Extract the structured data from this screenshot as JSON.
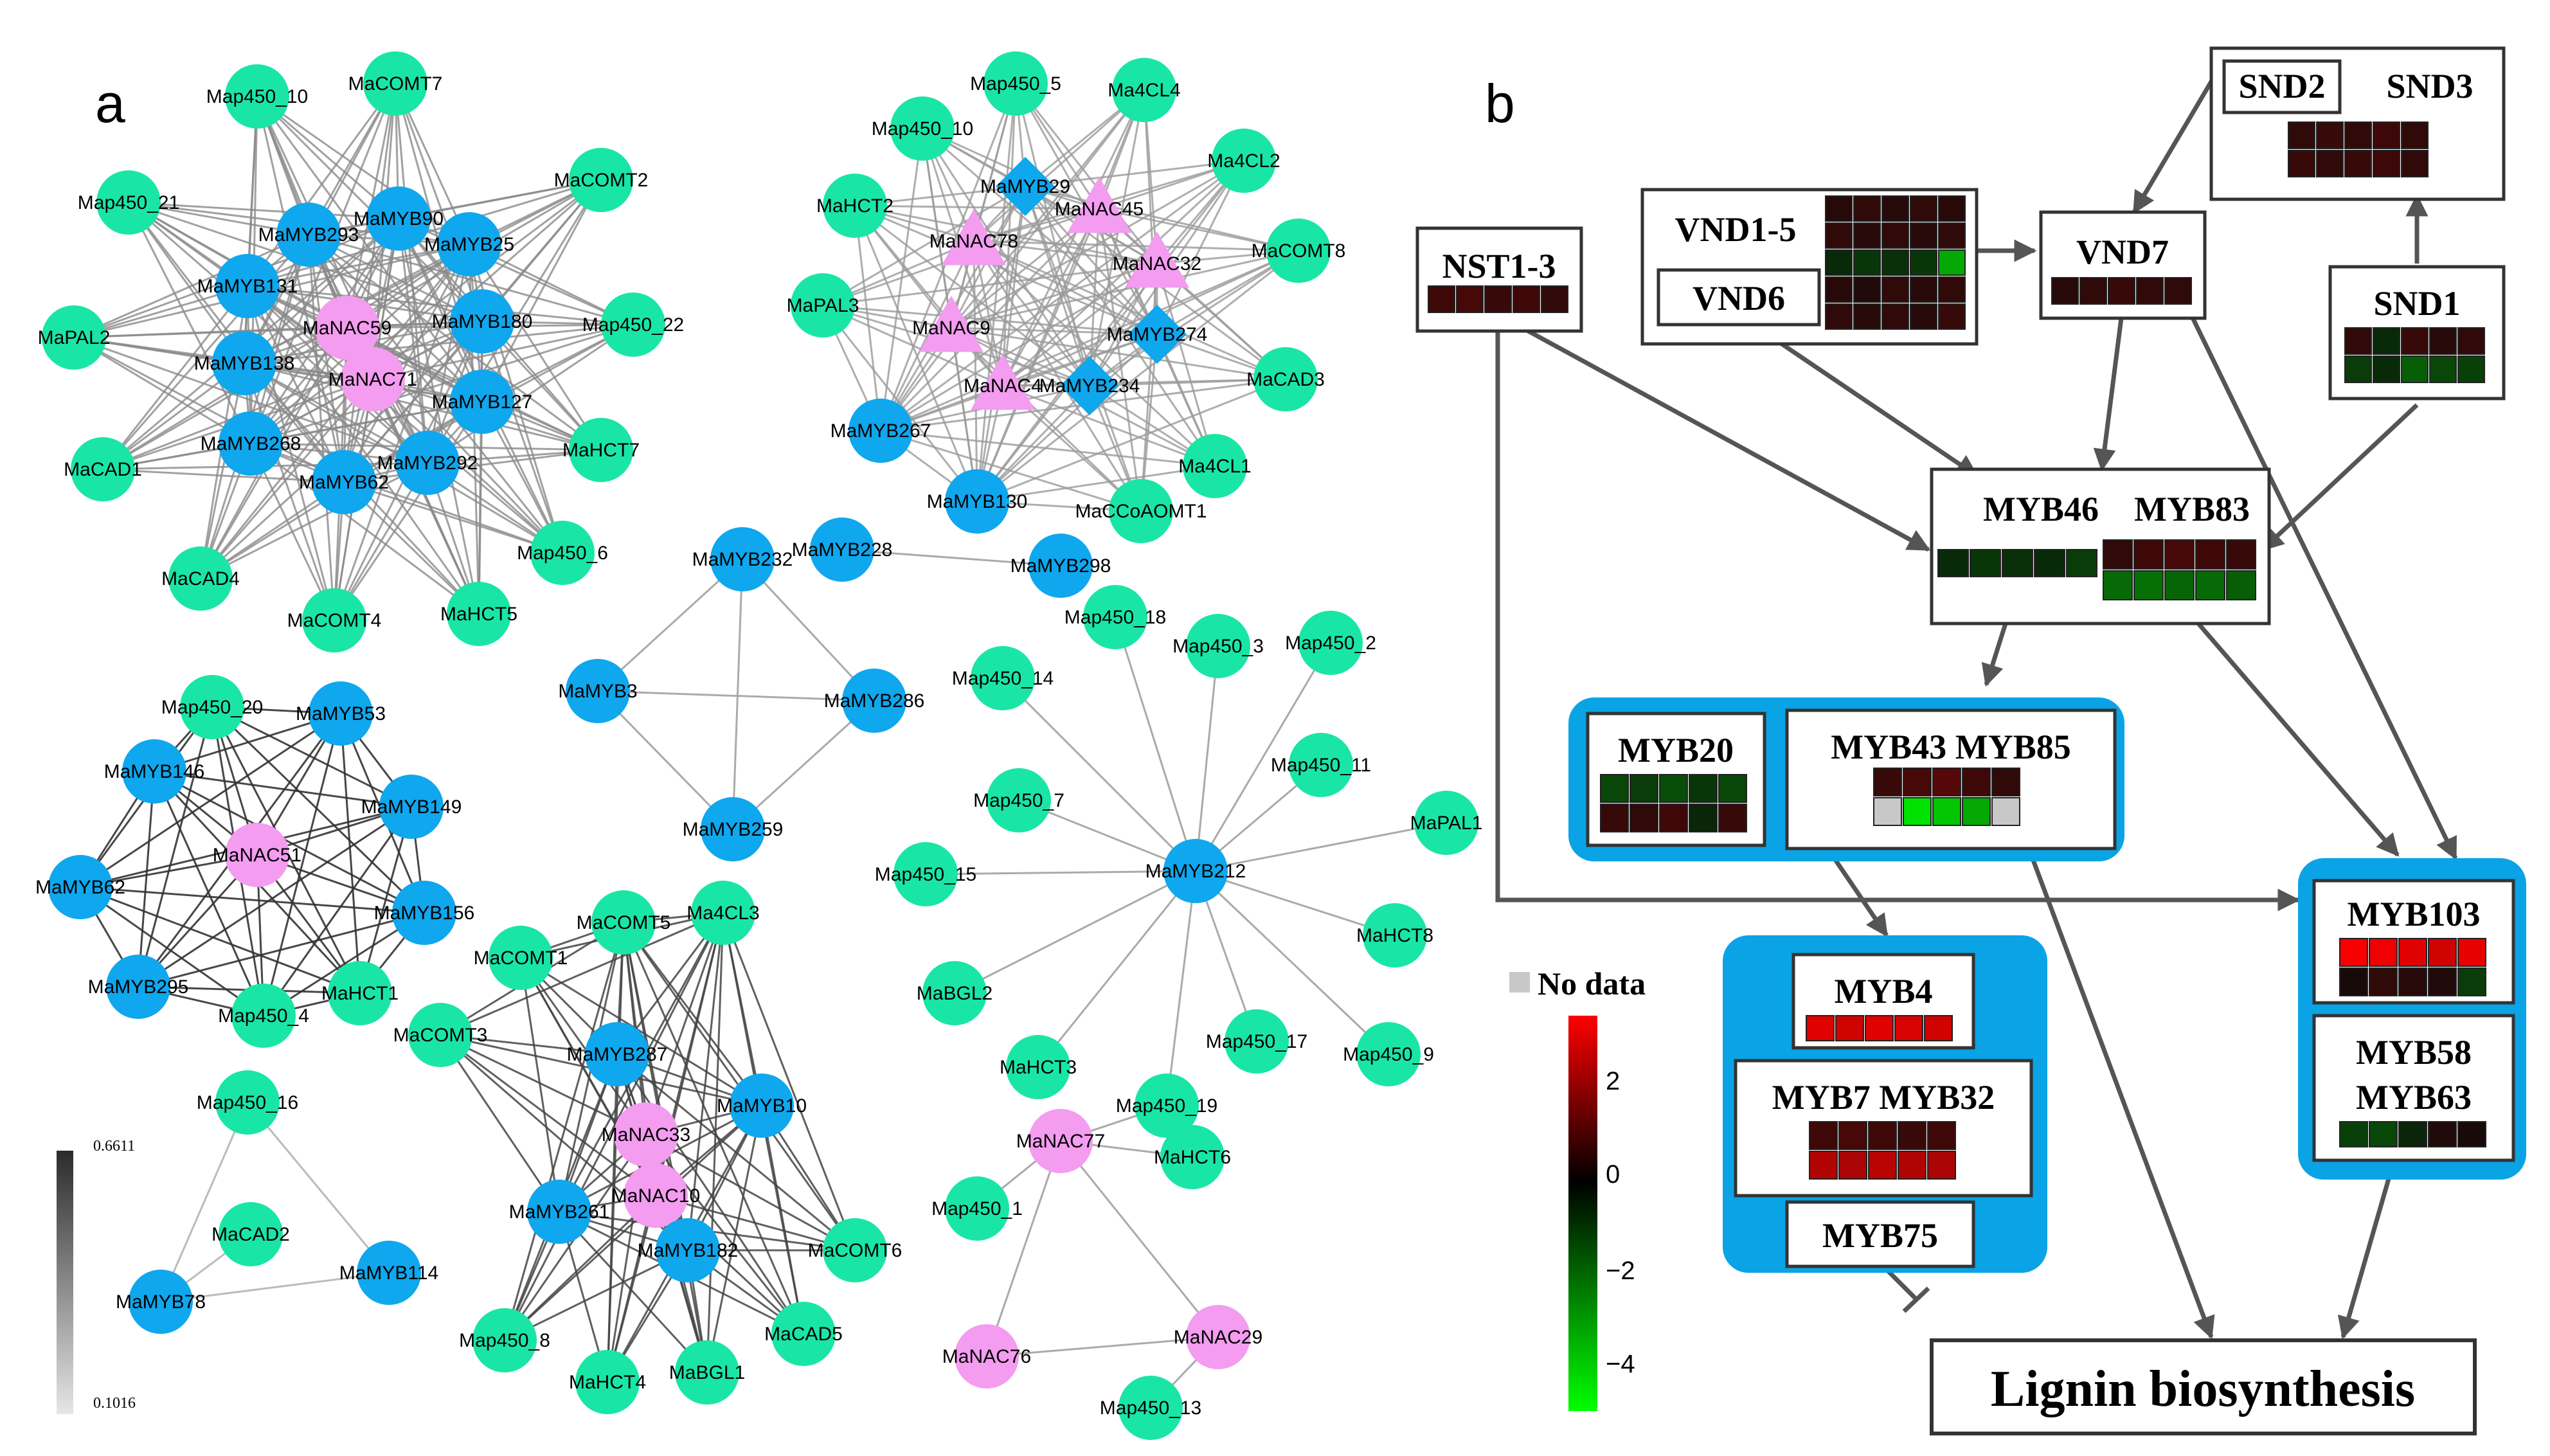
{
  "panel_a": {
    "letter": "a",
    "edge_legend": {
      "max": "0.6611",
      "min": "0.1016"
    },
    "nodes": [
      {
        "id": "c1_10",
        "label": "Map450_10",
        "type": "gene"
      },
      {
        "id": "c1_comt7",
        "label": "MaCOMT7",
        "type": "gene"
      },
      {
        "id": "c1_21",
        "label": "Map450_21",
        "type": "gene"
      },
      {
        "id": "c1_comt2",
        "label": "MaCOMT2",
        "type": "gene"
      },
      {
        "id": "c1_pal2",
        "label": "MaPAL2",
        "type": "gene"
      },
      {
        "id": "c1_22",
        "label": "Map450_22",
        "type": "gene"
      },
      {
        "id": "c1_cad1",
        "label": "MaCAD1",
        "type": "gene"
      },
      {
        "id": "c1_hct7",
        "label": "MaHCT7",
        "type": "gene"
      },
      {
        "id": "c1_cad4",
        "label": "MaCAD4",
        "type": "gene"
      },
      {
        "id": "c1_6",
        "label": "Map450_6",
        "type": "gene"
      },
      {
        "id": "c1_comt4",
        "label": "MaCOMT4",
        "type": "gene"
      },
      {
        "id": "c1_hct5",
        "label": "MaHCT5",
        "type": "gene"
      },
      {
        "id": "c1_myb90",
        "label": "MaMYB90",
        "type": "myb"
      },
      {
        "id": "c1_myb293",
        "label": "MaMYB293",
        "type": "myb"
      },
      {
        "id": "c1_myb25",
        "label": "MaMYB25",
        "type": "myb"
      },
      {
        "id": "c1_myb131",
        "label": "MaMYB131",
        "type": "myb"
      },
      {
        "id": "c1_myb180",
        "label": "MaMYB180",
        "type": "myb"
      },
      {
        "id": "c1_myb138",
        "label": "MaMYB138",
        "type": "myb"
      },
      {
        "id": "c1_myb127",
        "label": "MaMYB127",
        "type": "myb"
      },
      {
        "id": "c1_myb268",
        "label": "MaMYB268",
        "type": "myb"
      },
      {
        "id": "c1_myb292",
        "label": "MaMYB292",
        "type": "myb"
      },
      {
        "id": "c1_myb62",
        "label": "MaMYB62",
        "type": "myb"
      },
      {
        "id": "c1_nac59",
        "label": "MaNAC59",
        "type": "nac"
      },
      {
        "id": "c1_nac71",
        "label": "MaNAC71",
        "type": "nac"
      },
      {
        "id": "c2_5",
        "label": "Map450_5",
        "type": "gene"
      },
      {
        "id": "c2_4cl4",
        "label": "Ma4CL4",
        "type": "gene"
      },
      {
        "id": "c2_10",
        "label": "Map450_10",
        "type": "gene"
      },
      {
        "id": "c2_4cl2",
        "label": "Ma4CL2",
        "type": "gene"
      },
      {
        "id": "c2_hct2",
        "label": "MaHCT2",
        "type": "gene"
      },
      {
        "id": "c2_comt8",
        "label": "MaCOMT8",
        "type": "gene"
      },
      {
        "id": "c2_pal3",
        "label": "MaPAL3",
        "type": "gene"
      },
      {
        "id": "c2_cad3",
        "label": "MaCAD3",
        "type": "gene"
      },
      {
        "id": "c2_4cl1",
        "label": "Ma4CL1",
        "type": "gene"
      },
      {
        "id": "c2_ccoaomt1",
        "label": "MaCCoAOMT1",
        "type": "gene"
      },
      {
        "id": "c2_myb267",
        "label": "MaMYB267",
        "type": "myb"
      },
      {
        "id": "c2_myb130",
        "label": "MaMYB130",
        "type": "myb"
      },
      {
        "id": "c2_myb29",
        "label": "MaMYB29",
        "type": "myb_diamond"
      },
      {
        "id": "c2_myb274",
        "label": "MaMYB274",
        "type": "myb_diamond"
      },
      {
        "id": "c2_myb234",
        "label": "MaMYB234",
        "type": "myb_diamond"
      },
      {
        "id": "c2_nac45",
        "label": "MaNAC45",
        "type": "nac_triangle"
      },
      {
        "id": "c2_nac78",
        "label": "MaNAC78",
        "type": "nac_triangle"
      },
      {
        "id": "c2_nac32",
        "label": "MaNAC32",
        "type": "nac_triangle"
      },
      {
        "id": "c2_nac9",
        "label": "MaNAC9",
        "type": "nac_triangle"
      },
      {
        "id": "c2_nac4",
        "label": "MaNAC4",
        "type": "nac_triangle"
      },
      {
        "id": "c3_myb232",
        "label": "MaMYB232",
        "type": "myb"
      },
      {
        "id": "c3_myb3",
        "label": "MaMYB3",
        "type": "myb"
      },
      {
        "id": "c3_myb286",
        "label": "MaMYB286",
        "type": "myb"
      },
      {
        "id": "c3_myb259",
        "label": "MaMYB259",
        "type": "myb"
      },
      {
        "id": "c4_myb228",
        "label": "MaMYB228",
        "type": "myb"
      },
      {
        "id": "c4_myb298",
        "label": "MaMYB298",
        "type": "myb"
      },
      {
        "id": "c5_20",
        "label": "Map450_20",
        "type": "gene"
      },
      {
        "id": "c5_myb53",
        "label": "MaMYB53",
        "type": "myb"
      },
      {
        "id": "c5_myb146",
        "label": "MaMYB146",
        "type": "myb"
      },
      {
        "id": "c5_myb149",
        "label": "MaMYB149",
        "type": "myb"
      },
      {
        "id": "c5_nac51",
        "label": "MaNAC51",
        "type": "nac"
      },
      {
        "id": "c5_myb62",
        "label": "MaMYB62",
        "type": "myb"
      },
      {
        "id": "c5_myb156",
        "label": "MaMYB156",
        "type": "myb"
      },
      {
        "id": "c5_myb295",
        "label": "MaMYB295",
        "type": "myb"
      },
      {
        "id": "c5_hct1",
        "label": "MaHCT1",
        "type": "gene"
      },
      {
        "id": "c5_4",
        "label": "Map450_4",
        "type": "gene"
      },
      {
        "id": "c6_18",
        "label": "Map450_18",
        "type": "gene"
      },
      {
        "id": "c6_14",
        "label": "Map450_14",
        "type": "gene"
      },
      {
        "id": "c6_3",
        "label": "Map450_3",
        "type": "gene"
      },
      {
        "id": "c6_2",
        "label": "Map450_2",
        "type": "gene"
      },
      {
        "id": "c6_11",
        "label": "Map450_11",
        "type": "gene"
      },
      {
        "id": "c6_7",
        "label": "Map450_7",
        "type": "gene"
      },
      {
        "id": "c6_pal1",
        "label": "MaPAL1",
        "type": "gene"
      },
      {
        "id": "c6_15",
        "label": "Map450_15",
        "type": "gene"
      },
      {
        "id": "c6_myb212",
        "label": "MaMYB212",
        "type": "myb"
      },
      {
        "id": "c6_hct8",
        "label": "MaHCT8",
        "type": "gene"
      },
      {
        "id": "c6_bgl2",
        "label": "MaBGL2",
        "type": "gene"
      },
      {
        "id": "c6_17",
        "label": "Map450_17",
        "type": "gene"
      },
      {
        "id": "c6_9",
        "label": "Map450_9",
        "type": "gene"
      },
      {
        "id": "c6_hct3",
        "label": "MaHCT3",
        "type": "gene"
      },
      {
        "id": "c6_19",
        "label": "Map450_19",
        "type": "gene"
      },
      {
        "id": "c7_nac77",
        "label": "MaNAC77",
        "type": "nac"
      },
      {
        "id": "c7_hct6",
        "label": "MaHCT6",
        "type": "gene"
      },
      {
        "id": "c7_1",
        "label": "Map450_1",
        "type": "gene"
      },
      {
        "id": "c7_nac76",
        "label": "MaNAC76",
        "type": "nac"
      },
      {
        "id": "c7_nac29",
        "label": "MaNAC29",
        "type": "nac"
      },
      {
        "id": "c7_13",
        "label": "Map450_13",
        "type": "gene"
      },
      {
        "id": "c8_comt5",
        "label": "MaCOMT5",
        "type": "gene"
      },
      {
        "id": "c8_4cl3",
        "label": "Ma4CL3",
        "type": "gene"
      },
      {
        "id": "c8_comt1",
        "label": "MaCOMT1",
        "type": "gene"
      },
      {
        "id": "c8_comt3",
        "label": "MaCOMT3",
        "type": "gene"
      },
      {
        "id": "c8_myb287",
        "label": "MaMYB287",
        "type": "myb"
      },
      {
        "id": "c8_myb10",
        "label": "MaMYB10",
        "type": "myb"
      },
      {
        "id": "c8_nac33",
        "label": "MaNAC33",
        "type": "nac"
      },
      {
        "id": "c8_nac10",
        "label": "MaNAC10",
        "type": "nac"
      },
      {
        "id": "c8_myb261",
        "label": "MaMYB261",
        "type": "myb"
      },
      {
        "id": "c8_myb182",
        "label": "MaMYB182",
        "type": "myb"
      },
      {
        "id": "c8_comt6",
        "label": "MaCOMT6",
        "type": "gene"
      },
      {
        "id": "c8_8",
        "label": "Map450_8",
        "type": "gene"
      },
      {
        "id": "c8_cad5",
        "label": "MaCAD5",
        "type": "gene"
      },
      {
        "id": "c8_hct4",
        "label": "MaHCT4",
        "type": "gene"
      },
      {
        "id": "c8_bgl1",
        "label": "MaBGL1",
        "type": "gene"
      },
      {
        "id": "c9_16",
        "label": "Map450_16",
        "type": "gene"
      },
      {
        "id": "c9_cad2",
        "label": "MaCAD2",
        "type": "gene"
      },
      {
        "id": "c9_myb114",
        "label": "MaMYB114",
        "type": "myb"
      },
      {
        "id": "c9_myb78",
        "label": "MaMYB78",
        "type": "myb"
      }
    ]
  },
  "panel_b": {
    "letter": "b",
    "boxes": {
      "snd2": "SND2",
      "snd3": "SND3",
      "vnd15": "VND1-5",
      "vnd6": "VND6",
      "vnd7": "VND7",
      "nst13": "NST1-3",
      "snd1": "SND1",
      "myb46": "MYB46",
      "myb83": "MYB83",
      "myb20": "MYB20",
      "myb43_85": "MYB43 MYB85",
      "myb4": "MYB4",
      "myb7_32": "MYB7 MYB32",
      "myb75": "MYB75",
      "myb103": "MYB103",
      "myb58": "MYB58",
      "myb63": "MYB63",
      "lignin": "Lignin biosynthesis"
    },
    "legend": {
      "nodata": "No data",
      "ticks": [
        "2",
        "0",
        "−2",
        "−4"
      ]
    },
    "heatmaps": {
      "snd3": [
        [
          0.3,
          0.4,
          0.3,
          0.5,
          0.3
        ],
        [
          0.4,
          0.3,
          0.4,
          0.5,
          0.3
        ]
      ],
      "vnd15": [
        [
          0.2,
          0.3,
          0.2,
          0.3,
          0.2
        ],
        [
          0.3,
          0.2,
          0.3,
          0.2,
          0.3
        ],
        [
          -0.3,
          -0.5,
          -0.4,
          -0.5,
          -2.5
        ],
        [
          0.2,
          0.1,
          0.3,
          0.2,
          0.3
        ],
        [
          0.3,
          0.2,
          0.3,
          0.2,
          0.4
        ]
      ],
      "nst13": [
        [
          0.5,
          0.6,
          0.4,
          0.5,
          0.3
        ]
      ],
      "vnd7": [
        [
          0.2,
          0.3,
          0.4,
          0.3,
          0.3
        ]
      ],
      "snd1": [
        [
          0.3,
          -0.3,
          0.4,
          0.2,
          0.3
        ],
        [
          -0.6,
          -0.3,
          -1.2,
          -0.8,
          -0.7
        ]
      ],
      "myb46": [
        [
          -0.3,
          -0.5,
          -0.4,
          -0.3,
          -0.6
        ]
      ],
      "myb83": [
        [
          0.3,
          0.5,
          0.6,
          0.5,
          0.4
        ],
        [
          -1.4,
          -1.5,
          -1.3,
          -1.4,
          -1.2
        ]
      ],
      "myb20": [
        [
          -0.8,
          -0.6,
          -0.9,
          -0.5,
          -0.8
        ],
        [
          0.4,
          0.3,
          0.5,
          -0.2,
          0.4
        ]
      ],
      "myb43_85": [
        [
          0.4,
          0.6,
          0.8,
          0.5,
          0.3
        ],
        [
          null,
          -3.5,
          -3.0,
          -2.5,
          null
        ]
      ],
      "myb4": [
        [
          2.6,
          2.4,
          2.6,
          2.5,
          2.4
        ]
      ],
      "myb7_32": [
        [
          0.5,
          0.6,
          0.5,
          0.4,
          0.5
        ],
        [
          2.0,
          1.9,
          2.1,
          2.0,
          1.9
        ]
      ],
      "myb103": [
        [
          2.9,
          2.8,
          2.6,
          2.4,
          2.7
        ],
        [
          0.0,
          0.3,
          0.2,
          0.1,
          -0.6
        ]
      ],
      "myb58_63": [
        [
          -0.7,
          -0.8,
          -0.2,
          0.1,
          0.0
        ]
      ]
    }
  }
}
